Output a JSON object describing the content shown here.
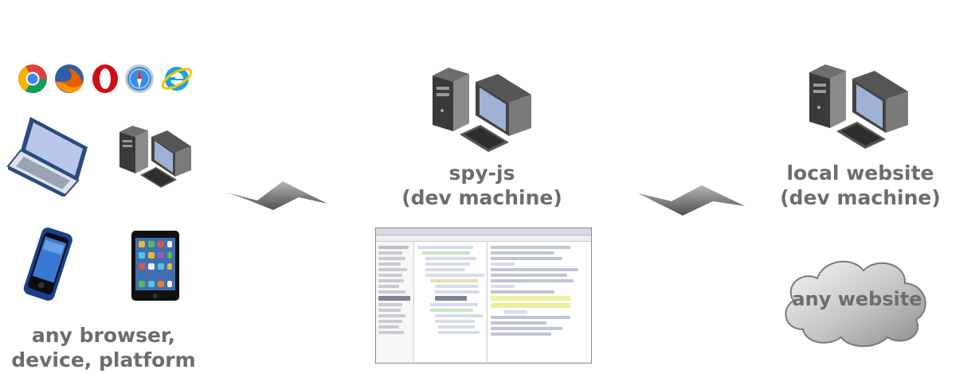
{
  "left": {
    "label_line1": "any browser,",
    "label_line2": "device, platform",
    "browsers": [
      "chrome-icon",
      "firefox-icon",
      "opera-icon",
      "safari-icon",
      "ie-icon"
    ],
    "devices": [
      "laptop-icon",
      "desktop-icon",
      "smartphone-icon",
      "tablet-icon"
    ]
  },
  "center": {
    "label_line1": "spy-js",
    "label_line2": "(dev machine)"
  },
  "right": {
    "label_line1": "local website",
    "label_line2": "(dev machine)",
    "cloud_label": "any website"
  },
  "connectors": [
    "lightning-connector-left",
    "lightning-connector-right"
  ],
  "colors": {
    "label_gray": "#6d6d6d",
    "monitor_screen": "#9fb2d6",
    "tower_dark": "#3a3a3a"
  }
}
